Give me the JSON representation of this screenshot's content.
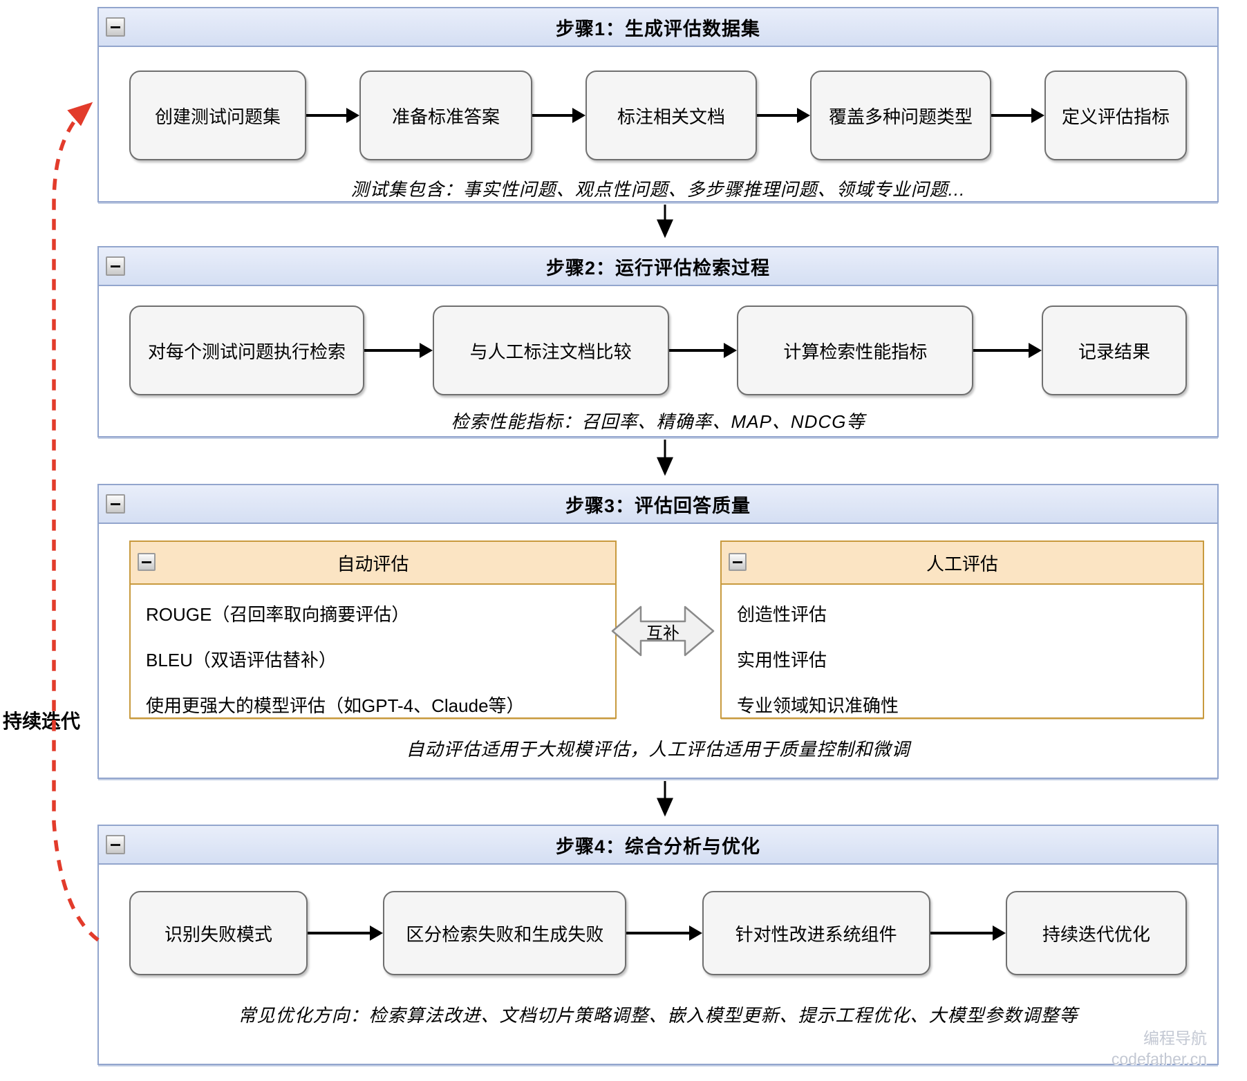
{
  "panels": [
    {
      "title": "步骤1：生成评估数据集",
      "boxes": [
        "创建测试问题集",
        "准备标准答案",
        "标注相关文档",
        "覆盖多种问题类型",
        "定义评估指标"
      ],
      "caption": "测试集包含：事实性问题、观点性问题、多步骤推理问题、领域专业问题..."
    },
    {
      "title": "步骤2：运行评估检索过程",
      "boxes": [
        "对每个测试问题执行检索",
        "与人工标注文档比较",
        "计算检索性能指标",
        "记录结果"
      ],
      "caption": "检索性能指标：召回率、精确率、MAP、NDCG等"
    },
    {
      "title": "步骤3：评估回答质量",
      "subpanels": [
        {
          "title": "自动评估",
          "items": [
            "ROUGE（召回率取向摘要评估）",
            "BLEU（双语评估替补）",
            "使用更强大的模型评估（如GPT-4、Claude等）"
          ]
        },
        {
          "title": "人工评估",
          "items": [
            "创造性评估",
            "实用性评估",
            "专业领域知识准确性"
          ]
        }
      ],
      "connector_label": "互补",
      "caption": "自动评估适用于大规模评估，人工评估适用于质量控制和微调"
    },
    {
      "title": "步骤4：综合分析与优化",
      "boxes": [
        "识别失败模式",
        "区分检索失败和生成失败",
        "针对性改进系统组件",
        "持续迭代优化"
      ],
      "caption": "常见优化方向：检索算法改进、文档切片策略调整、嵌入模型更新、提示工程优化、大模型参数调整等"
    }
  ],
  "loop_label": "持续迭代",
  "watermark": {
    "line1": "编程导航",
    "line2": "codefather.cn"
  },
  "colors": {
    "panel_border": "#92a5cd",
    "panel_header_fill": "#dbe3f5",
    "sub_border": "#c89a3e",
    "sub_header_fill": "#fbe4c3",
    "node_fill": "#f5f5f5",
    "node_border": "#6f6f6f",
    "loop_arrow": "#e23b2b",
    "flow_arrow": "#000000"
  }
}
